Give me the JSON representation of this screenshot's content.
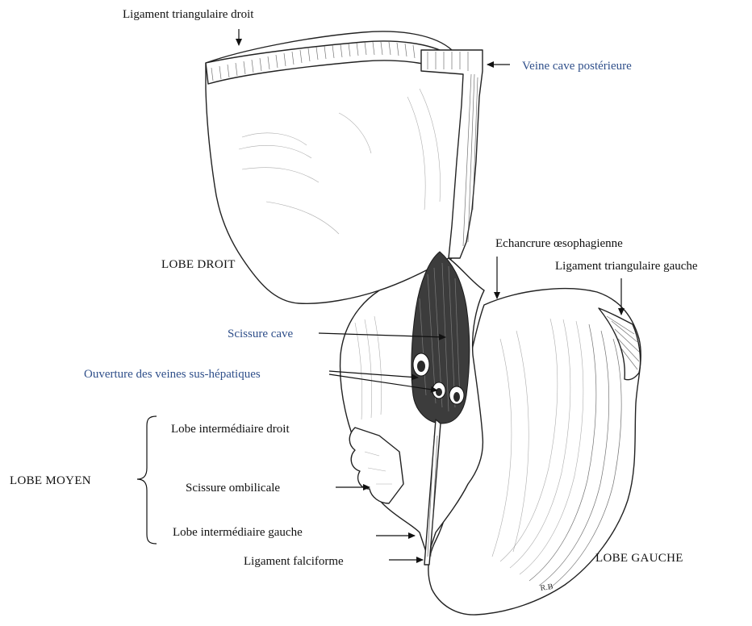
{
  "labels": {
    "ligament_triangulaire_droit": "Ligament triangulaire droit",
    "veine_cave_posterieure": "Veine cave postérieure",
    "echancrure_oesophagienne": "Echancrure œsophagienne",
    "lobe_droit": "LOBE DROIT",
    "ligament_triangulaire_gauche": "Ligament triangulaire gauche",
    "scissure_cave": "Scissure cave",
    "ouverture_veines": "Ouverture des veines sus-hépatiques",
    "lobe_intermediaire_droit": "Lobe intermédiaire droit",
    "lobe_moyen": "LOBE MOYEN",
    "scissure_ombilicale": "Scissure ombilicale",
    "lobe_intermediaire_gauche": "Lobe intermédiaire gauche",
    "ligament_falciforme": "Ligament falciforme",
    "lobe_gauche": "LOBE GAUCHE",
    "signature": "R.B"
  },
  "colors": {
    "label_blue": "#2f4f8a",
    "label_black": "#111111",
    "vessel_dark": "#3c3c3c"
  }
}
